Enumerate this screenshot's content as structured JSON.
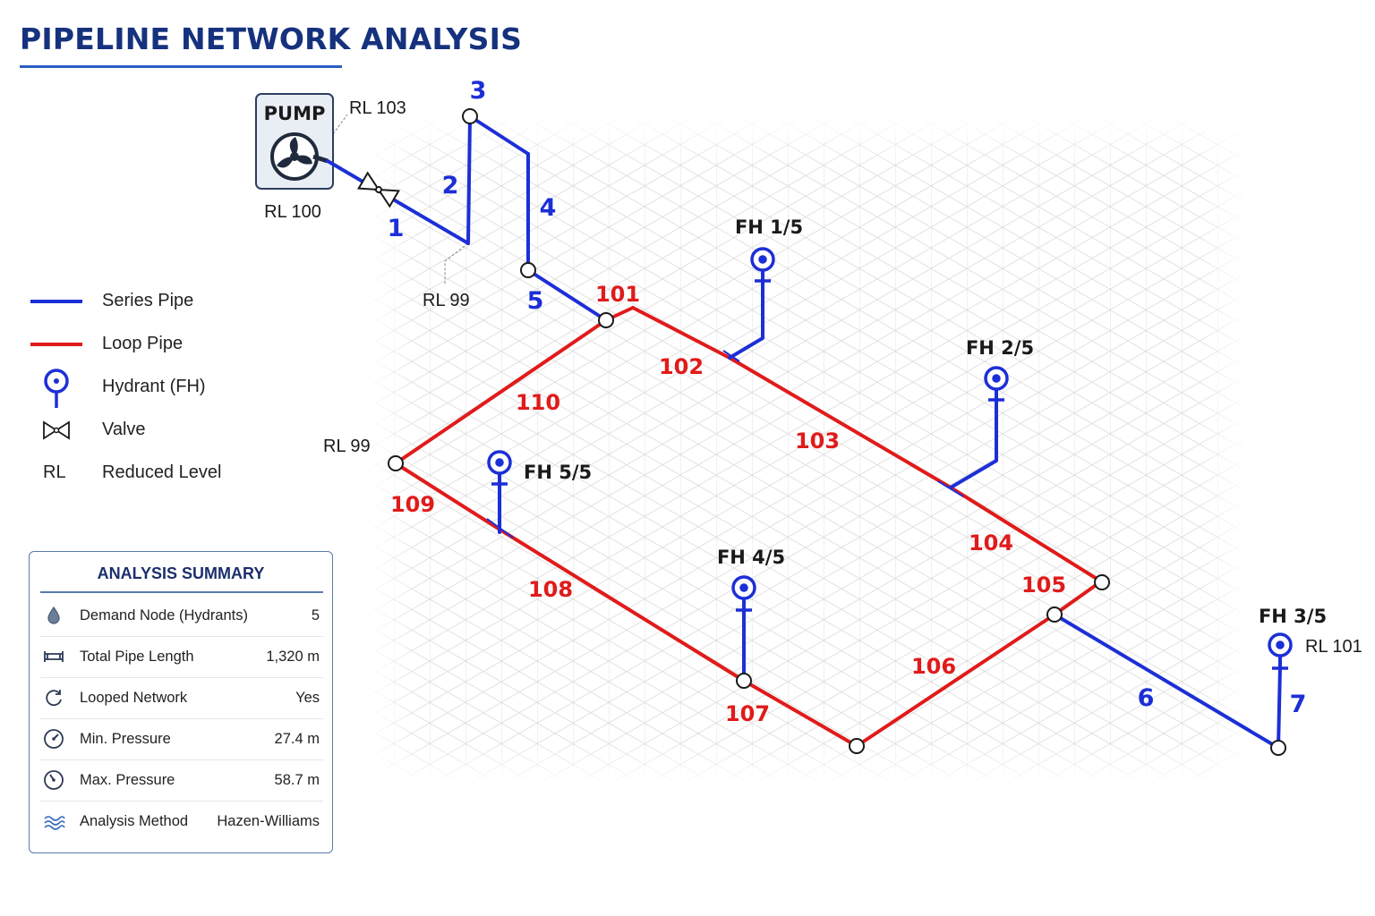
{
  "title": "PIPELINE NETWORK ANALYSIS",
  "colors": {
    "series": "#1c2fd6",
    "loop": "#e01b1b",
    "title": "#16327e",
    "grid": "#d8d8d8"
  },
  "pump": {
    "label": "PUMP",
    "icon": "pump-fan-icon"
  },
  "series_pipes": [
    "1",
    "2",
    "3",
    "4",
    "5",
    "6",
    "7"
  ],
  "loop_pipes": [
    "101",
    "102",
    "103",
    "104",
    "105",
    "106",
    "107",
    "108",
    "109",
    "110"
  ],
  "hydrants": [
    "FH 1/5",
    "FH 2/5",
    "FH 3/5",
    "FH 4/5",
    "FH 5/5"
  ],
  "reduced_levels": [
    "RL 103",
    "RL 100",
    "RL 99",
    "RL 99",
    "RL 101"
  ],
  "legend": [
    {
      "icon": "series-pipe-line-icon",
      "label": "Series Pipe"
    },
    {
      "icon": "loop-pipe-line-icon",
      "label": "Loop Pipe"
    },
    {
      "icon": "hydrant-icon",
      "label": "Hydrant (FH)"
    },
    {
      "icon": "valve-icon",
      "label": "Valve"
    },
    {
      "symbol": "RL",
      "label": "Reduced Level"
    }
  ],
  "summary": {
    "title": "ANALYSIS SUMMARY",
    "rows": [
      {
        "icon": "droplet-icon",
        "label": "Demand Node (Hydrants)",
        "value": "5"
      },
      {
        "icon": "pipe-length-icon",
        "label": "Total Pipe Length",
        "value": "1,320 m"
      },
      {
        "icon": "loop-arrows-icon",
        "label": "Looped Network",
        "value": "Yes"
      },
      {
        "icon": "gauge-icon",
        "label": "Min. Pressure",
        "value": "27.4 m"
      },
      {
        "icon": "gauge-icon",
        "label": "Max. Pressure",
        "value": "58.7 m"
      },
      {
        "icon": "water-waves-icon",
        "label": "Analysis Method",
        "value": "Hazen-Williams"
      }
    ]
  }
}
